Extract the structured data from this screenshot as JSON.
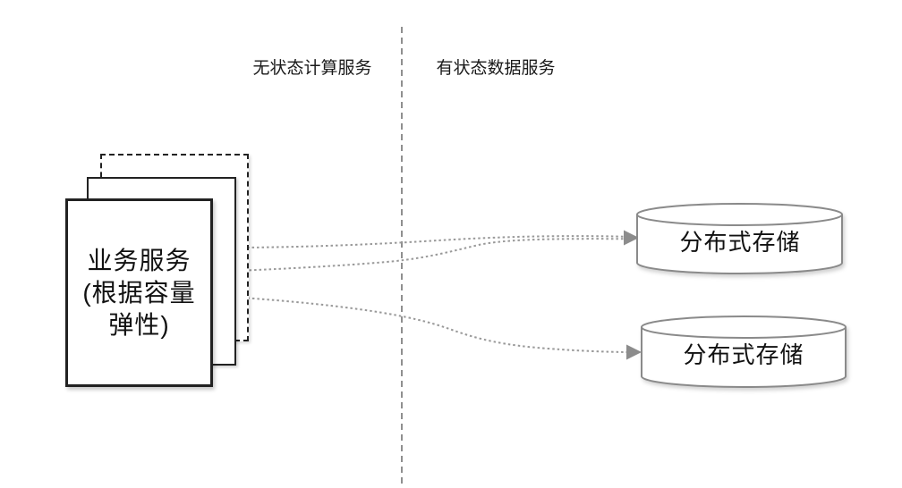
{
  "diagram": {
    "section_labels": {
      "left": "无状态计算服务",
      "right": "有状态数据服务"
    },
    "service_box": {
      "line1": "业务服务",
      "line2": "(根据容量",
      "line3": "弹性)"
    },
    "storage_cylinders": [
      {
        "label": "分布式存储"
      },
      {
        "label": "分布式存储"
      }
    ],
    "colors": {
      "background": "#ffffff",
      "box_border": "#222222",
      "text": "#111111",
      "connector": "#999999",
      "divider": "#8f8f8f",
      "cylinder_stroke": "#8a8a8a",
      "arrow_fill": "#8c8c8c"
    }
  }
}
